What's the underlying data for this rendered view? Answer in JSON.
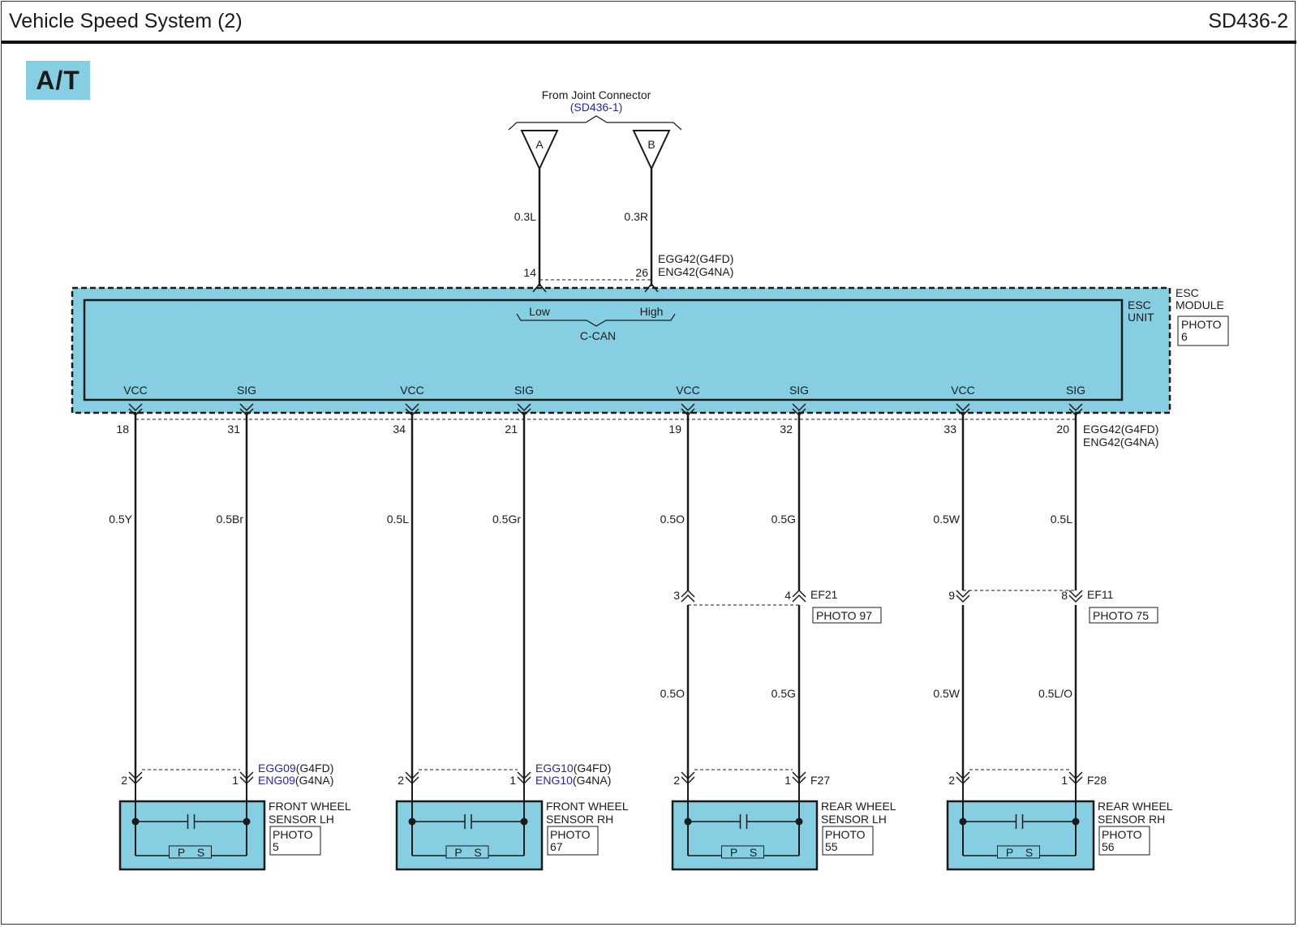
{
  "header": {
    "title": "Vehicle Speed System (2)",
    "page_code": "SD436-2"
  },
  "tag": "A/T",
  "joint": {
    "label": "From Joint Connector",
    "ref": "(SD436-1)",
    "a": "A",
    "b": "B",
    "wire_a": "0.3L",
    "wire_b": "0.3R",
    "pin_a": "14",
    "pin_b": "26",
    "conn_code1": "EGG42",
    "conn_var1": "(G4FD)",
    "conn_code2": "ENG42",
    "conn_var2": "(G4NA)"
  },
  "esc": {
    "low": "Low",
    "high": "High",
    "can": "C-CAN",
    "unit_l1": "ESC",
    "unit_l2": "UNIT",
    "module_l1": "ESC",
    "module_l2": "MODULE",
    "photo_l1": "PHOTO",
    "photo_l2": "6",
    "bottom_code1": "EGG42",
    "bottom_var1": "(G4FD)",
    "bottom_code2": "ENG42",
    "bottom_var2": "(G4NA)"
  },
  "ports": [
    {
      "name": "VCC",
      "pin": "18",
      "wire": "0.5Y"
    },
    {
      "name": "SIG",
      "pin": "31",
      "wire": "0.5Br"
    },
    {
      "name": "VCC",
      "pin": "34",
      "wire": "0.5L"
    },
    {
      "name": "SIG",
      "pin": "21",
      "wire": "0.5Gr"
    },
    {
      "name": "VCC",
      "pin": "19",
      "wire": "0.5O",
      "mid_pin": "3",
      "wire2": "0.5O"
    },
    {
      "name": "SIG",
      "pin": "32",
      "wire": "0.5G",
      "mid_pin": "4",
      "wire2": "0.5G"
    },
    {
      "name": "VCC",
      "pin": "33",
      "wire": "0.5W",
      "mid_pin": "9",
      "wire2": "0.5W"
    },
    {
      "name": "SIG",
      "pin": "20",
      "wire": "0.5L",
      "mid_pin": "8",
      "wire2": "0.5L/O"
    }
  ],
  "mid_connectors": [
    {
      "code": "EF21",
      "photo": "PHOTO 97"
    },
    {
      "code": "EF11",
      "photo": "PHOTO 75"
    }
  ],
  "sensors": [
    {
      "name_l1": "FRONT WHEEL",
      "name_l2": "SENSOR LH",
      "photo_l1": "PHOTO",
      "photo_l2": "5",
      "pin_left": "2",
      "pin_right": "1",
      "code1": "EGG09",
      "var1": "(G4FD)",
      "code2": "ENG09",
      "var2": "(G4NA)",
      "p": "P",
      "s": "S"
    },
    {
      "name_l1": "FRONT WHEEL",
      "name_l2": "SENSOR RH",
      "photo_l1": "PHOTO",
      "photo_l2": "67",
      "pin_left": "2",
      "pin_right": "1",
      "code1": "EGG10",
      "var1": "(G4FD)",
      "code2": "ENG10",
      "var2": "(G4NA)",
      "p": "P",
      "s": "S"
    },
    {
      "name_l1": "REAR WHEEL",
      "name_l2": "SENSOR LH",
      "photo_l1": "PHOTO",
      "photo_l2": "55",
      "pin_left": "2",
      "pin_right": "1",
      "code1": "F27",
      "p": "P",
      "s": "S"
    },
    {
      "name_l1": "REAR WHEEL",
      "name_l2": "SENSOR RH",
      "photo_l1": "PHOTO",
      "photo_l2": "56",
      "pin_left": "2",
      "pin_right": "1",
      "code1": "F28",
      "p": "P",
      "s": "S"
    }
  ],
  "colors": {
    "module_fill": "#86cfe3",
    "link_blue": "#2424b8",
    "line": "#1a1a1a"
  }
}
